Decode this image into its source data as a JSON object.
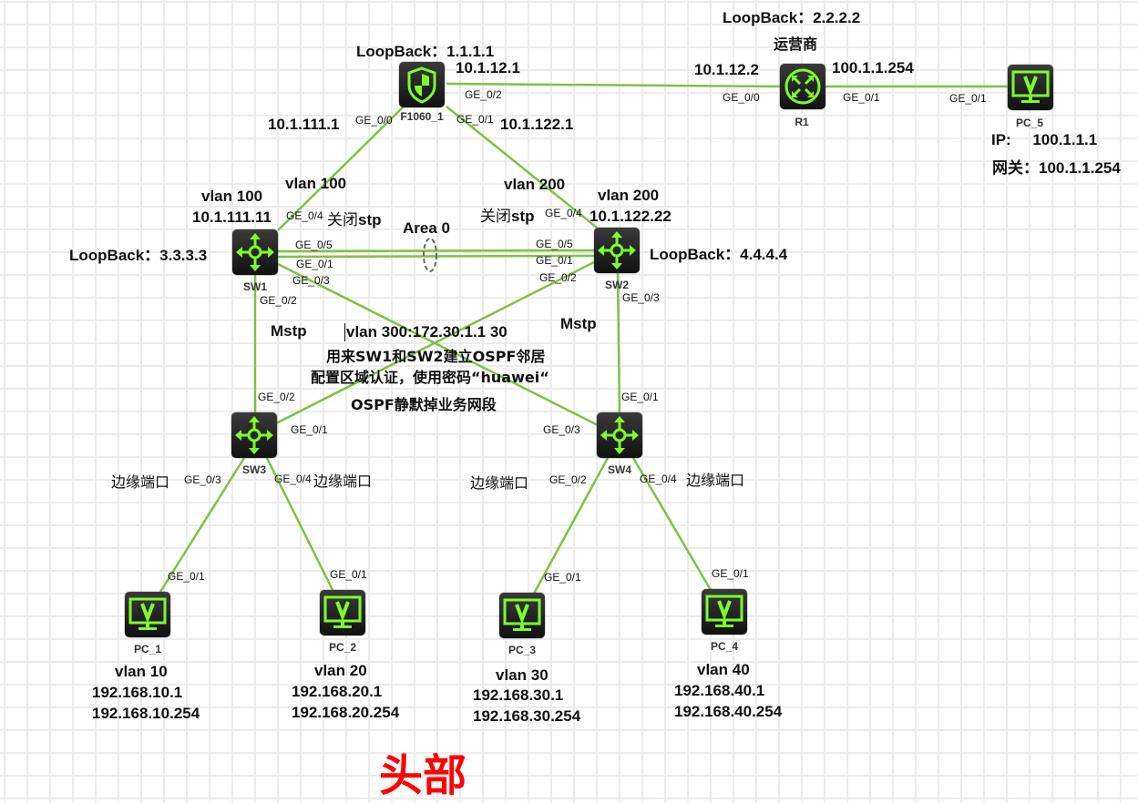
{
  "colors": {
    "link": "#7dc242",
    "icon": "#7cfc2a",
    "device_bg": "#1e1e1e",
    "text": "#111111",
    "alert": "#ff0000"
  },
  "devices": {
    "fw": {
      "name": "F1060_1",
      "icon": "firewall-shield-icon"
    },
    "r1": {
      "name": "R1",
      "icon": "router-icon"
    },
    "pc5": {
      "name": "PC_5",
      "icon": "pc-monitor-icon"
    },
    "sw1": {
      "name": "SW1",
      "icon": "switch-icon"
    },
    "sw2": {
      "name": "SW2",
      "icon": "switch-icon"
    },
    "sw3": {
      "name": "SW3",
      "icon": "switch-icon"
    },
    "sw4": {
      "name": "SW4",
      "icon": "switch-icon"
    },
    "pc1": {
      "name": "PC_1",
      "icon": "pc-monitor-icon"
    },
    "pc2": {
      "name": "PC_2",
      "icon": "pc-monitor-icon"
    },
    "pc3": {
      "name": "PC_3",
      "icon": "pc-monitor-icon"
    },
    "pc4": {
      "name": "PC_4",
      "icon": "pc-monitor-icon"
    }
  },
  "ports": {
    "fw_ge02": "GE_0/2",
    "fw_ge00": "GE_0/0",
    "fw_ge01": "GE_0/1",
    "r1_ge00": "GE_0/0",
    "r1_ge01": "GE_0/1",
    "pc5_ge01": "GE_0/1",
    "sw1_ge04": "GE_0/4",
    "sw1_ge05": "GE_0/5",
    "sw1_ge01": "GE_0/1",
    "sw1_ge03": "GE_0/3",
    "sw1_ge02": "GE_0/2",
    "sw2_ge04": "GE_0/4",
    "sw2_ge05": "GE_0/5",
    "sw2_ge01": "GE_0/1",
    "sw2_ge02": "GE_0/2",
    "sw2_ge03": "GE_0/3",
    "sw3_ge02": "GE_0/2",
    "sw3_ge01": "GE_0/1",
    "sw3_ge03": "GE_0/3",
    "sw3_ge04": "GE_0/4",
    "sw4_ge01": "GE_0/1",
    "sw4_ge03": "GE_0/3",
    "sw4_ge02": "GE_0/2",
    "sw4_ge04": "GE_0/4",
    "pc1_ge01": "GE_0/1",
    "pc2_ge01": "GE_0/1",
    "pc3_ge01": "GE_0/1",
    "pc4_ge01": "GE_0/1"
  },
  "labels": {
    "fw_loopback": "LoopBack：1.1.1.1",
    "fw_ip_ge02": "10.1.12.1",
    "fw_ip_ge00": "10.1.111.1",
    "fw_ip_ge01": "10.1.122.1",
    "r1_loopback": "LoopBack：2.2.2.2",
    "r1_role": "运营商",
    "r1_ip_ge00": "10.1.12.2",
    "r1_ip_ge01": "100.1.1.254",
    "pc5_ip": "IP:     100.1.1.1",
    "pc5_gw": "网关：100.1.1.254",
    "link_vlan100": "vlan 100",
    "link_vlan200": "vlan 200",
    "sw1_vlan": "vlan 100",
    "sw1_ip": "10.1.111.11",
    "sw1_stp_prefix": "关闭",
    "sw1_stp_suffix": "stp",
    "sw2_vlan": "vlan 200",
    "sw2_ip": "10.1.122.22",
    "sw2_stp_prefix": "关闭",
    "sw2_stp_suffix": "stp",
    "sw1_loopback": "LoopBack：3.3.3.3",
    "sw2_loopback": "LoopBack：4.4.4.4",
    "area": "Area 0",
    "mstp_left": "Mstp",
    "mstp_right": "Mstp",
    "vlan300": "vlan 300:172.30.1.1 30",
    "ospf_neighbor": "用来SW1和SW2建立OSPF邻居",
    "ospf_auth": "配置区域认证，使用密码“huawei“",
    "ospf_silent": "OSPF静默掉业务网段",
    "edge_port": "边缘端口",
    "pc1_vlan": "vlan 10",
    "pc1_ip": "192.168.10.1",
    "pc1_gw": "192.168.10.254",
    "pc2_vlan": "vlan 20",
    "pc2_ip": "192.168.20.1",
    "pc2_gw": "192.168.20.254",
    "pc3_vlan": "vlan 30",
    "pc3_ip": "192.168.30.1",
    "pc3_gw": "192.168.30.254",
    "pc4_vlan": "vlan 40",
    "pc4_ip": "192.168.40.1",
    "pc4_gw": "192.168.40.254",
    "red_partial": "头部"
  }
}
